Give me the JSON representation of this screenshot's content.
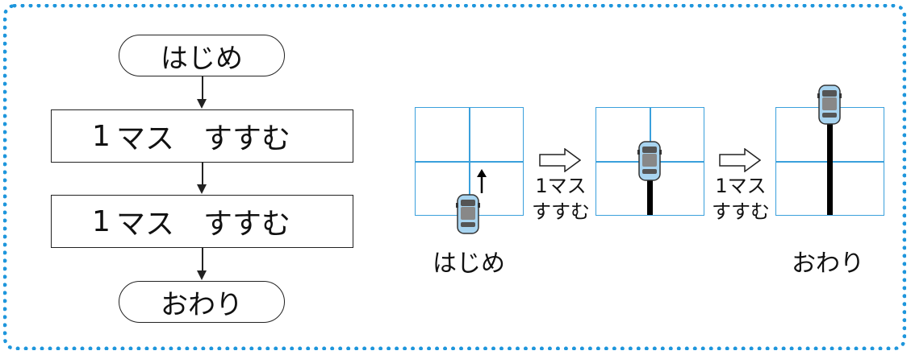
{
  "flowchart": {
    "start": "はじめ",
    "steps": [
      {
        "count": "1",
        "action": "マス　すすむ"
      },
      {
        "count": "1",
        "action": "マス　すすむ"
      }
    ],
    "end": "おわり"
  },
  "illustration": {
    "start_caption": "はじめ",
    "end_caption": "おわり",
    "step_labels": [
      {
        "line1": "1マス",
        "line2": "すすむ"
      },
      {
        "line1": "1マス",
        "line2": "すすむ"
      }
    ]
  },
  "colors": {
    "frame_dots": "#1e96dc",
    "grid_lines": "#3aa0dc",
    "car_body": "#a8d4f0",
    "car_roof": "#888888"
  }
}
